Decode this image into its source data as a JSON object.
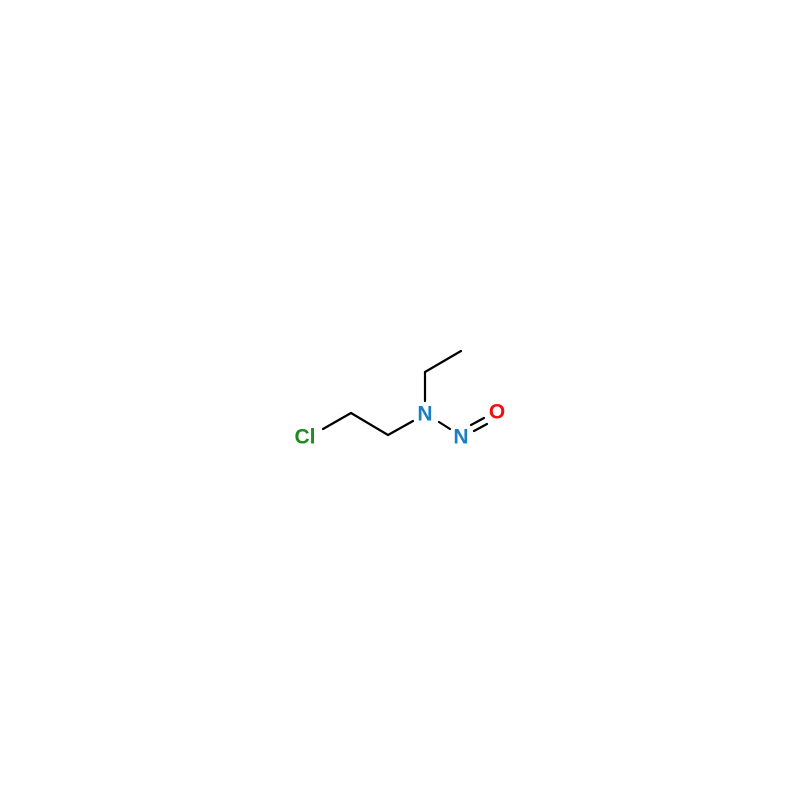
{
  "molecule": {
    "atoms": [
      {
        "id": "cl",
        "label": "Cl",
        "color": "#1f8a1f"
      },
      {
        "id": "n1",
        "label": "N",
        "color": "#1a7fc1"
      },
      {
        "id": "n2",
        "label": "N",
        "color": "#1a7fc1"
      },
      {
        "id": "o",
        "label": "O",
        "color": "#ee1111"
      }
    ]
  }
}
